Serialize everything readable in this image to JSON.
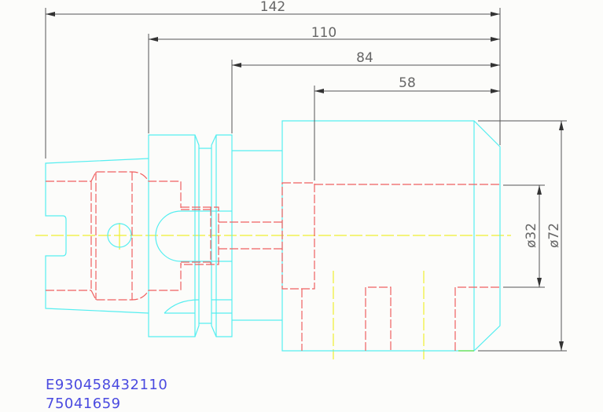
{
  "dimensions": {
    "overall_length": "142",
    "length_110": "110",
    "length_84": "84",
    "length_58": "58",
    "diameter_32": "ø32",
    "diameter_72": "ø72"
  },
  "part_codes": {
    "code1": "E930458432110",
    "code2": "75041659"
  },
  "colors": {
    "outline": "#55eef0",
    "hidden": "#f06060",
    "centerline": "#eeee30",
    "dimension": "#555555",
    "text": "#4a4ae0"
  }
}
